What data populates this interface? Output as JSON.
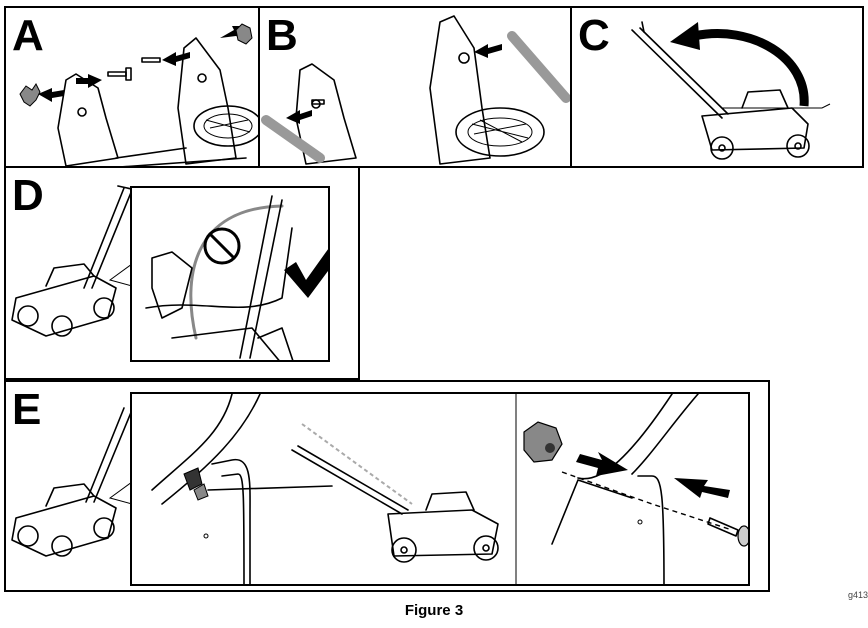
{
  "panels": {
    "a": {
      "label": "A"
    },
    "b": {
      "label": "B"
    },
    "c": {
      "label": "C"
    },
    "d": {
      "label": "D"
    },
    "e": {
      "label": "E"
    }
  },
  "caption": "Figure 3",
  "figure_id": "g413",
  "icons": [
    "knob-icon",
    "bolt-icon",
    "arrow-icon",
    "curved-arrow-icon",
    "prohibited-icon",
    "checkmark-icon",
    "lawnmower-icon"
  ],
  "colors": {
    "line": "#000000",
    "cable": "#888888"
  }
}
